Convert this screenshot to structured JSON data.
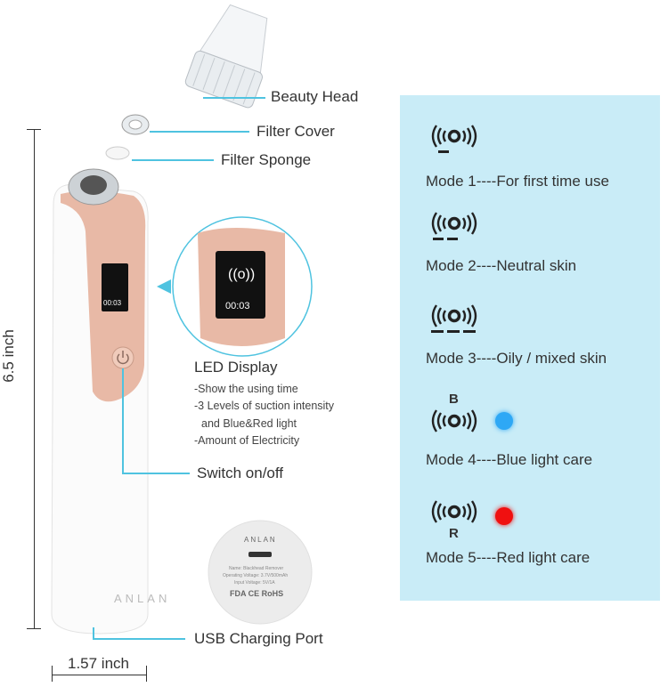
{
  "labels": {
    "beauty_head": "Beauty Head",
    "filter_cover": "Filter Cover",
    "filter_sponge": "Filter Sponge",
    "led_display": "LED Display",
    "led_details": [
      "-Show the using time",
      "-3 Levels of suction intensity",
      "and Blue&Red light",
      "-Amount of Electricity"
    ],
    "switch": "Switch on/off",
    "usb": "USB Charging Port"
  },
  "dimensions": {
    "height": "6.5 inch",
    "width": "1.57 inch"
  },
  "device": {
    "brand": "ANLAN",
    "screen_time": "00:03",
    "base_text": [
      "Name: Blackhead Remover",
      "Operating Voltage: 3.7V/500mAh",
      "Input Voltage: 5V/1A"
    ],
    "certs": "FDA CE RoHS"
  },
  "modes": [
    {
      "text": "Mode 1----For first time use",
      "level": 1
    },
    {
      "text": "Mode 2----Neutral skin",
      "level": 2
    },
    {
      "text": "Mode 3----Oily / mixed skin",
      "level": 3
    },
    {
      "text": "Mode 4----Blue light care",
      "letter": "B",
      "light": "#2ea8f5"
    },
    {
      "text": "Mode 5----Red light care",
      "letter": "R",
      "light": "#f01010"
    }
  ],
  "colors": {
    "panel": "#c9ecf7",
    "accent_line": "#4fc3e0",
    "rose_gold": "#e8b9a6"
  }
}
